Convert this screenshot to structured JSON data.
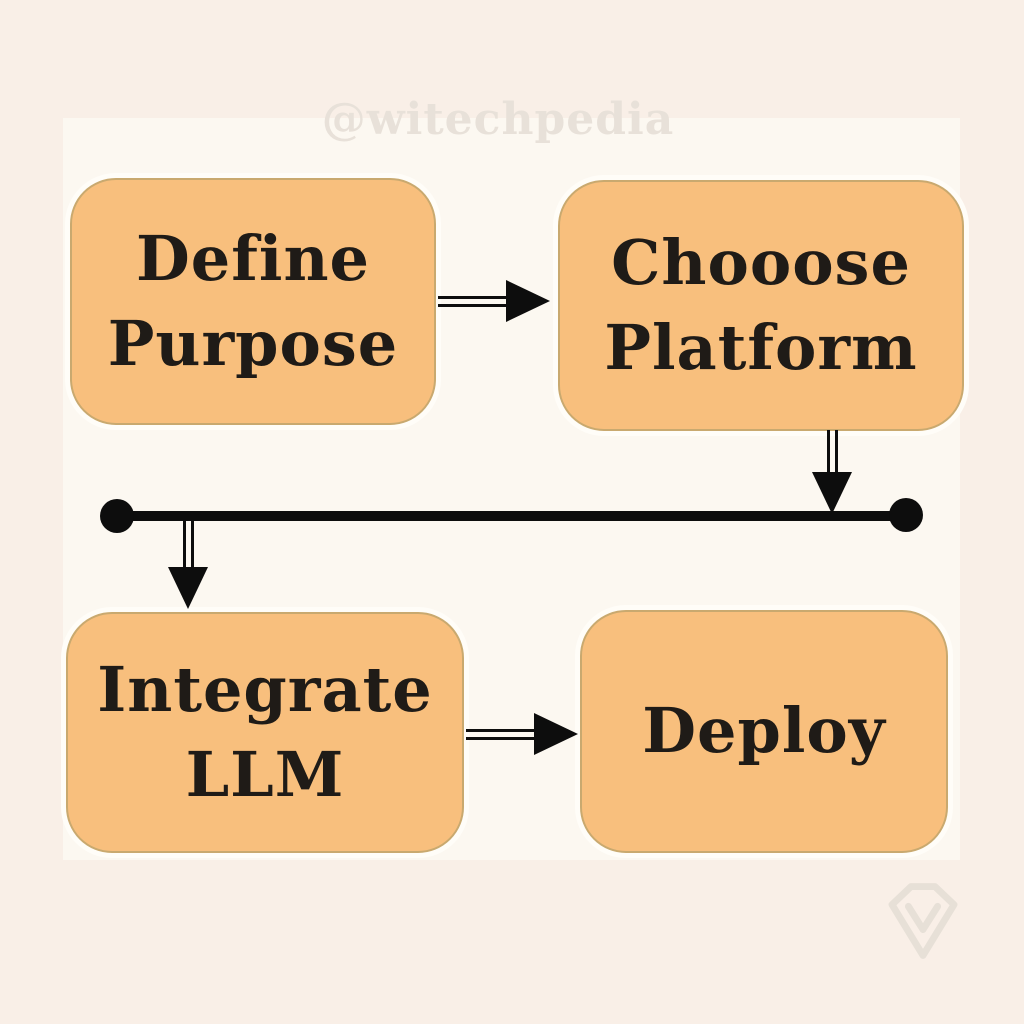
{
  "watermark": {
    "handle": "@witechpedia"
  },
  "flowchart": {
    "nodes": {
      "define_purpose": {
        "line1": "Define",
        "line2": "Purpose"
      },
      "choose_platform": {
        "line1": "Chooose",
        "line2": "Platform"
      },
      "integrate_llm": {
        "line1": "Integrate",
        "line2": "LLM"
      },
      "deploy": {
        "line1": "Deploy"
      }
    },
    "edges": [
      {
        "from": "define_purpose",
        "to": "choose_platform",
        "style": "double-line-arrow",
        "direction": "right"
      },
      {
        "from": "choose_platform",
        "to": "connector_bus",
        "style": "double-line-arrow",
        "direction": "down"
      },
      {
        "from": "connector_bus",
        "to": "integrate_llm",
        "style": "double-line-arrow",
        "direction": "down"
      },
      {
        "from": "integrate_llm",
        "to": "deploy",
        "style": "double-line-arrow",
        "direction": "right"
      }
    ],
    "connector_bus": {
      "style": "solid-bar-with-end-dots",
      "direction": "horizontal"
    },
    "colors": {
      "node_fill": "#f8bf7d",
      "node_border": "#c9a96f",
      "node_text": "#1f1b17",
      "connector": "#0d0d0d",
      "canvas_outer": "#f9efe7",
      "canvas_panel": "#fcf8f1",
      "watermark": "#e8e1d9"
    }
  },
  "logo": {
    "name": "witechpedia-gem-logo"
  }
}
